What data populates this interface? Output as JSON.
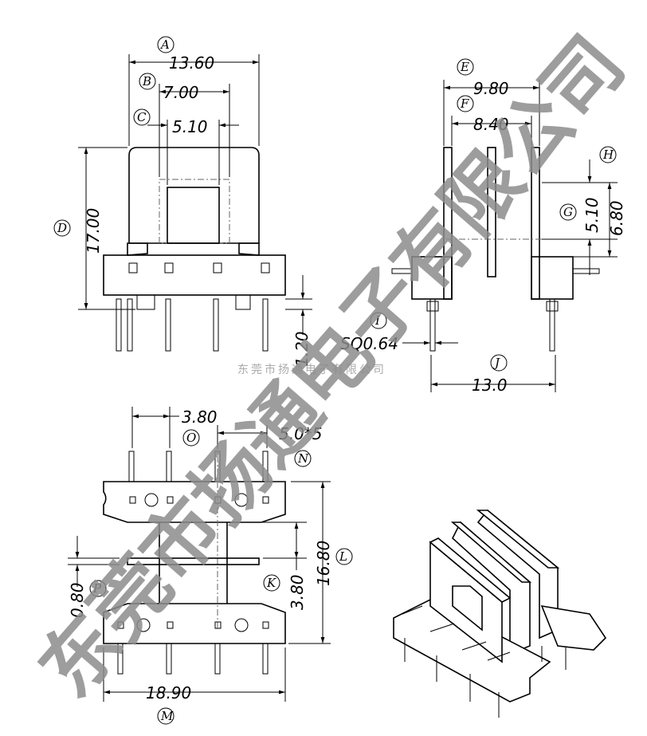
{
  "front_view": {
    "A": {
      "label": "A",
      "value": "13.60"
    },
    "B": {
      "label": "B",
      "value": "7.00"
    },
    "C": {
      "label": "C",
      "value": "5.10"
    },
    "D": {
      "label": "D",
      "value": "17.00"
    },
    "pin_len": {
      "value": "1.20"
    }
  },
  "side_view": {
    "E": {
      "label": "E",
      "value": "9.80"
    },
    "F": {
      "label": "F",
      "value": "8.40"
    },
    "G": {
      "label": "G",
      "value": "5.10"
    },
    "H": {
      "label": "H",
      "value": "6.80"
    },
    "I": {
      "label": "I",
      "value": "SQ0.64"
    },
    "J": {
      "label": "J",
      "value": "13.0"
    }
  },
  "bottom_view": {
    "K": {
      "label": "K",
      "value": "3.80"
    },
    "L": {
      "label": "L",
      "value": "16.80"
    },
    "M": {
      "label": "M",
      "value": "18.90"
    },
    "N": {
      "label": "N",
      "value": "5.0*5"
    },
    "O": {
      "label": "O",
      "value": "3.80"
    },
    "P": {
      "label": "P",
      "value": "0.80"
    }
  },
  "watermark": {
    "small": "东莞市扬通电子有限公司",
    "big": "东莞市扬通电子有限公司"
  }
}
